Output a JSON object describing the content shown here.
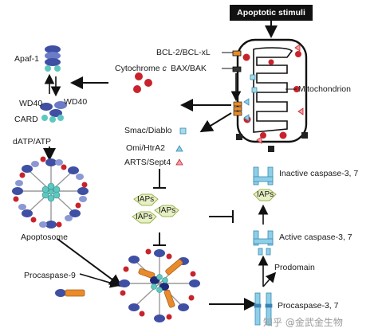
{
  "labels": {
    "apoptotic_stimuli": "Apoptotic stimuli",
    "bcl2": "BCL-2/BCL-xL",
    "baxbak": "BAX/BAK",
    "mitochondrion": "Mitochondrion",
    "cytochrome": "Cytochrome",
    "cytochrome_c": "c",
    "apaf1": "Apaf-1",
    "wd40_left": "WD40",
    "wd40_right": "WD40",
    "card": "CARD",
    "datp": "dATP/ATP",
    "apoptosome": "Apoptosome",
    "smac": "Smac/Diablo",
    "omi": "Omi/HtrA2",
    "arts": "ARTS/Sept4",
    "iap1": "IAPs",
    "iap2": "IAPs",
    "iap3": "IAPs",
    "iap_caspase": "IAPs",
    "inactive_caspase": "Inactive caspase-3, 7",
    "active_caspase": "Active caspase-3, 7",
    "prodomain": "Prodomain",
    "procaspase9": "Procaspase-9",
    "procaspase37": "Procaspase-3, 7",
    "watermark": "知乎 @金武金生物"
  },
  "colors": {
    "red_dot": "#c8232c",
    "blue_subunit": "#3f4fa3",
    "teal_core": "#5ec8c0",
    "caspase_blue": "#8ecfe8",
    "iap_green": "#e6f0c4",
    "orange": "#e98b2a",
    "black_box": "#111111"
  },
  "icons": {
    "smac": "square-icon",
    "omi": "triangle-icon",
    "arts": "triangle-icon"
  }
}
